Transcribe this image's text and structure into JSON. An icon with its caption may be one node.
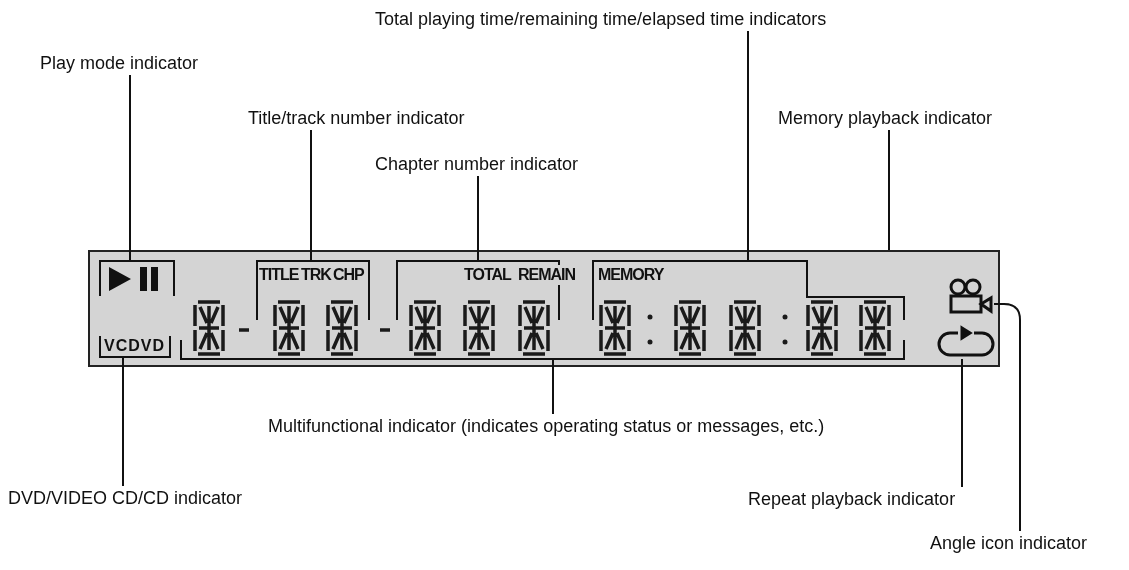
{
  "diagram": {
    "nodes": [
      {
        "text": [
          "Play mode indicator"
        ]
      },
      {
        "text": [
          "Total playing time/remaining time/elapsed time indicators"
        ]
      },
      {
        "text": [
          "Title/track number indicator"
        ]
      },
      {
        "text": [
          "Memory playback indicator"
        ]
      },
      {
        "text": [
          "Chapter number indicator"
        ]
      },
      {
        "text": [],
        "shape": "box"
      },
      {
        "text": [],
        "shape": "box",
        "in": 5
      },
      {
        "text": [],
        "shape": "box",
        "in": 5
      },
      {
        "text": [],
        "shape": "box",
        "in": 5
      },
      {
        "text": [],
        "shape": "box",
        "in": 5
      },
      {
        "text": [],
        "shape": "box",
        "in": 5
      },
      {
        "text": [
          "VCDVD"
        ],
        "in": 5
      },
      {
        "text": [],
        "shape": "icon",
        "in": 5
      },
      {
        "text": [],
        "shape": "icon",
        "in": 5
      },
      {
        "text": [
          "Multifunctional indicator (indicates operating status or messages, etc.)"
        ]
      },
      {
        "text": [
          "DVD/VIDEO CD/CD indicator"
        ]
      },
      {
        "text": [
          "Repeat playback indicator"
        ]
      },
      {
        "text": [
          "Angle icon indicator"
        ]
      }
    ],
    "edges": [
      {
        "from": 0,
        "to": 6,
        "arrow": "none"
      },
      {
        "from": 1,
        "to": 9,
        "arrow": "none"
      },
      {
        "from": 2,
        "to": 7,
        "arrow": "none"
      },
      {
        "from": 3,
        "to": 5,
        "arrow": "none"
      },
      {
        "from": 4,
        "to": 8,
        "arrow": "none"
      },
      {
        "from": 14,
        "to": 10,
        "arrow": "none"
      },
      {
        "from": 15,
        "to": 11,
        "arrow": "none"
      },
      {
        "from": 16,
        "to": 13,
        "arrow": "none"
      },
      {
        "from": 17,
        "to": 12,
        "arrow": "none"
      }
    ],
    "labels": [
      "TITLE",
      "TRK",
      "CHP",
      "TOTAL",
      "REMAIN",
      "MEMORY"
    ]
  }
}
